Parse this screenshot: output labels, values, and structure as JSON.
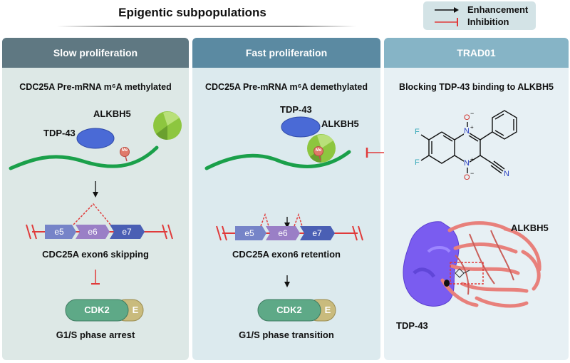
{
  "title": "Epigentic subpopulations",
  "legend": {
    "enhancement": "Enhancement",
    "inhibition": "Inhibition"
  },
  "panels": [
    {
      "header": "Slow proliferation",
      "subtitle": "CDC25A Pre-mRNA m⁶A methylated",
      "protein1": "TDP-43",
      "protein2": "ALKBH5",
      "me": "Me",
      "exons": [
        "e5",
        "e6",
        "e7"
      ],
      "exon_caption": "CDC25A exon6 skipping",
      "cdk": "CDK2",
      "e_label": "E",
      "phase": "G1/S phase arrest"
    },
    {
      "header": "Fast proliferation",
      "subtitle": "CDC25A Pre-mRNA m⁶A demethylated",
      "protein1": "TDP-43",
      "protein2": "ALKBH5",
      "me": "Me",
      "exons": [
        "e5",
        "e6",
        "e7"
      ],
      "exon_caption": "CDC25A exon6 retention",
      "cdk": "CDK2",
      "e_label": "E",
      "phase": "G1/S phase transition"
    },
    {
      "header": "TRAD01",
      "subtitle": "Blocking TDP-43 binding to ALKBH5",
      "structure_labels": {
        "F_top": "F",
        "F_bottom": "F",
        "N_top": "N",
        "N_bottom": "N",
        "O_top": "O",
        "O_bottom": "O",
        "plus": "+",
        "minus": "−",
        "CN": "N"
      },
      "alkbh5": "ALKBH5",
      "tdp43": "TDP-43"
    }
  ],
  "colors": {
    "panel1_header": "#5f7882",
    "panel2_header": "#5b8aa2",
    "panel3_header": "#86b4c6",
    "panel1_bg": "#dde8e6",
    "panel2_bg": "#dceaee",
    "panel3_bg": "#e7f0f4",
    "rna": "#1aa04a",
    "tdp43": "#4a6ad6",
    "alkbh5": "#8dc63f",
    "e5": "#7684c8",
    "e6": "#9a7fc6",
    "e7": "#4a5fb4",
    "cdk2": "#5ea987",
    "e_box": "#c9bb7d",
    "inhibition": "#e03a3a",
    "surface": "#7a5cf0",
    "ribbon": "#e8807b"
  }
}
